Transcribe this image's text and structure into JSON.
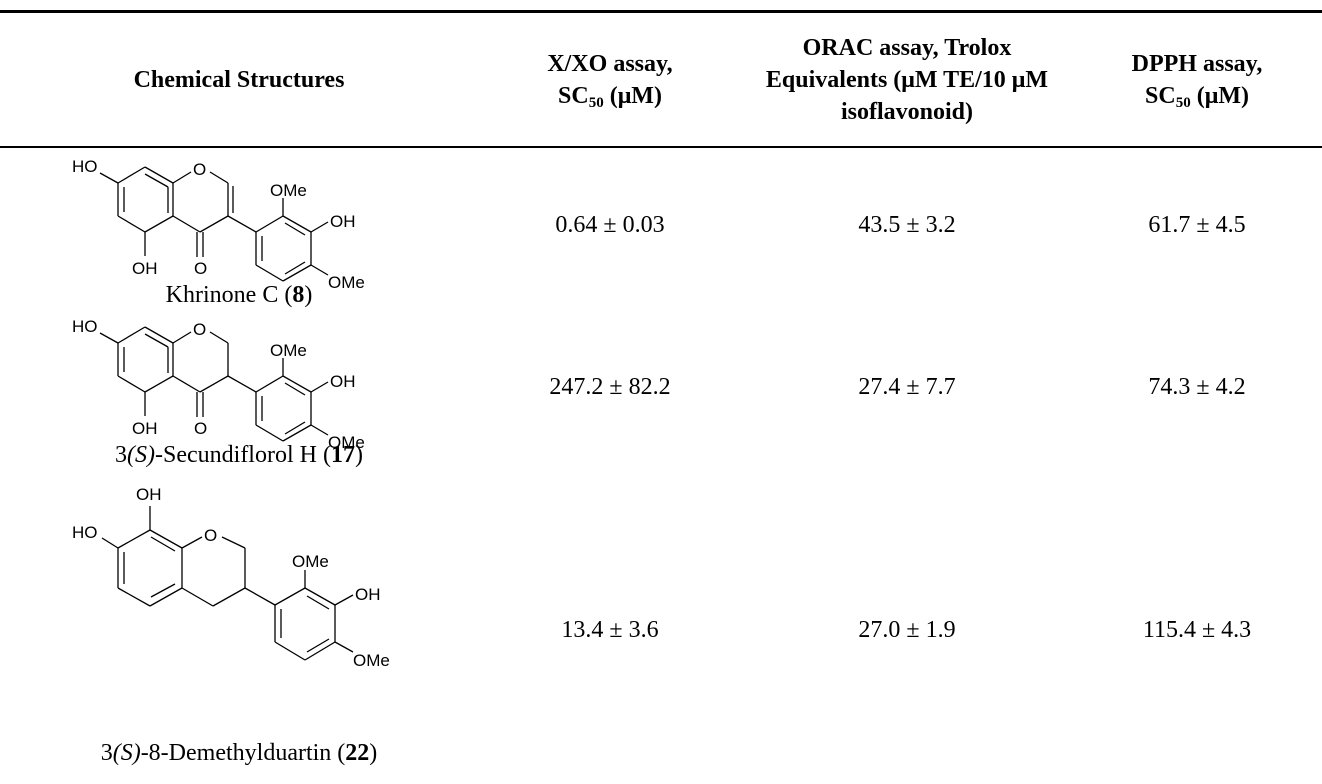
{
  "table": {
    "headers": {
      "structures": "Chemical Structures",
      "xxo_line1": "X/XO assay,",
      "xxo_line2_pre": "SC",
      "xxo_line2_sub": "50",
      "xxo_line2_post": " (μM)",
      "orac_line1": "ORAC assay, Trolox",
      "orac_line2": "Equivalents (μM TE/10 μM",
      "orac_line3": "isoflavonoid)",
      "dpph_line1": "DPPH assay,",
      "dpph_line2_pre": "SC",
      "dpph_line2_sub": "50",
      "dpph_line2_post": " (μM)"
    },
    "rows": [
      {
        "name_pre": "Khrinone C (",
        "name_italic": "",
        "name_mid": "",
        "name_bold": "8",
        "name_post": ")",
        "xxo": "0.64 ± 0.03",
        "orac": "43.5 ± 3.2",
        "dpph": "61.7 ± 4.5"
      },
      {
        "name_pre": "3",
        "name_italic": "(S)",
        "name_mid": "-Secundiflorol H (",
        "name_bold": "17",
        "name_post": ")",
        "xxo": "247.2 ± 82.2",
        "orac": "27.4 ± 7.7",
        "dpph": "74.3 ± 4.2"
      },
      {
        "name_pre": "3",
        "name_italic": "(S)",
        "name_mid": "-8-Demethylduartin (",
        "name_bold": "22",
        "name_post": ")",
        "xxo": "13.4 ± 3.6",
        "orac": "27.0 ± 1.9",
        "dpph": "115.4 ± 4.3"
      }
    ]
  },
  "atom_labels": {
    "ho": "HO",
    "o": "O",
    "ome": "OMe",
    "oh": "OH"
  }
}
